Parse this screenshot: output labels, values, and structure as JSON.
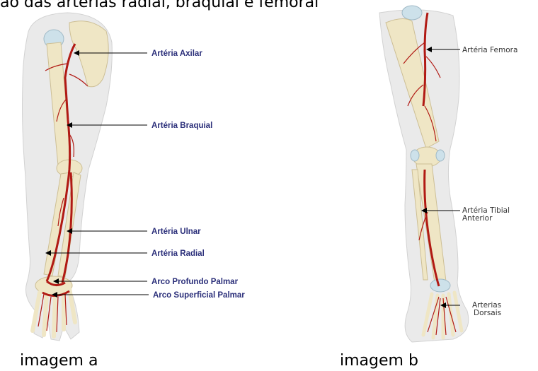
{
  "header": {
    "text": "ão das artérias radial, braquial  e femoral"
  },
  "colors": {
    "label_a": "#2b2f7a",
    "label_b": "#333333",
    "artery": "#b11a14",
    "bone": "#efe6c5",
    "skin": "#eaeaea"
  },
  "figure_a": {
    "caption": "imagem a",
    "labels": {
      "axilar": "Artéria Axilar",
      "braquial": "Artéria Braquial",
      "ulnar": "Artéria Ulnar",
      "radial": "Artéria Radial",
      "arco_profundo": "Arco Profundo Palmar",
      "arco_superficial": "Arco Superficial Palmar"
    }
  },
  "figure_b": {
    "caption": "imagem b",
    "labels": {
      "femoral": "Artéria Femora",
      "tibial_1": "Artéria Tibial",
      "tibial_2": "Anterior",
      "dorsais_1": "Arterias",
      "dorsais_2": "Dorsais"
    }
  }
}
